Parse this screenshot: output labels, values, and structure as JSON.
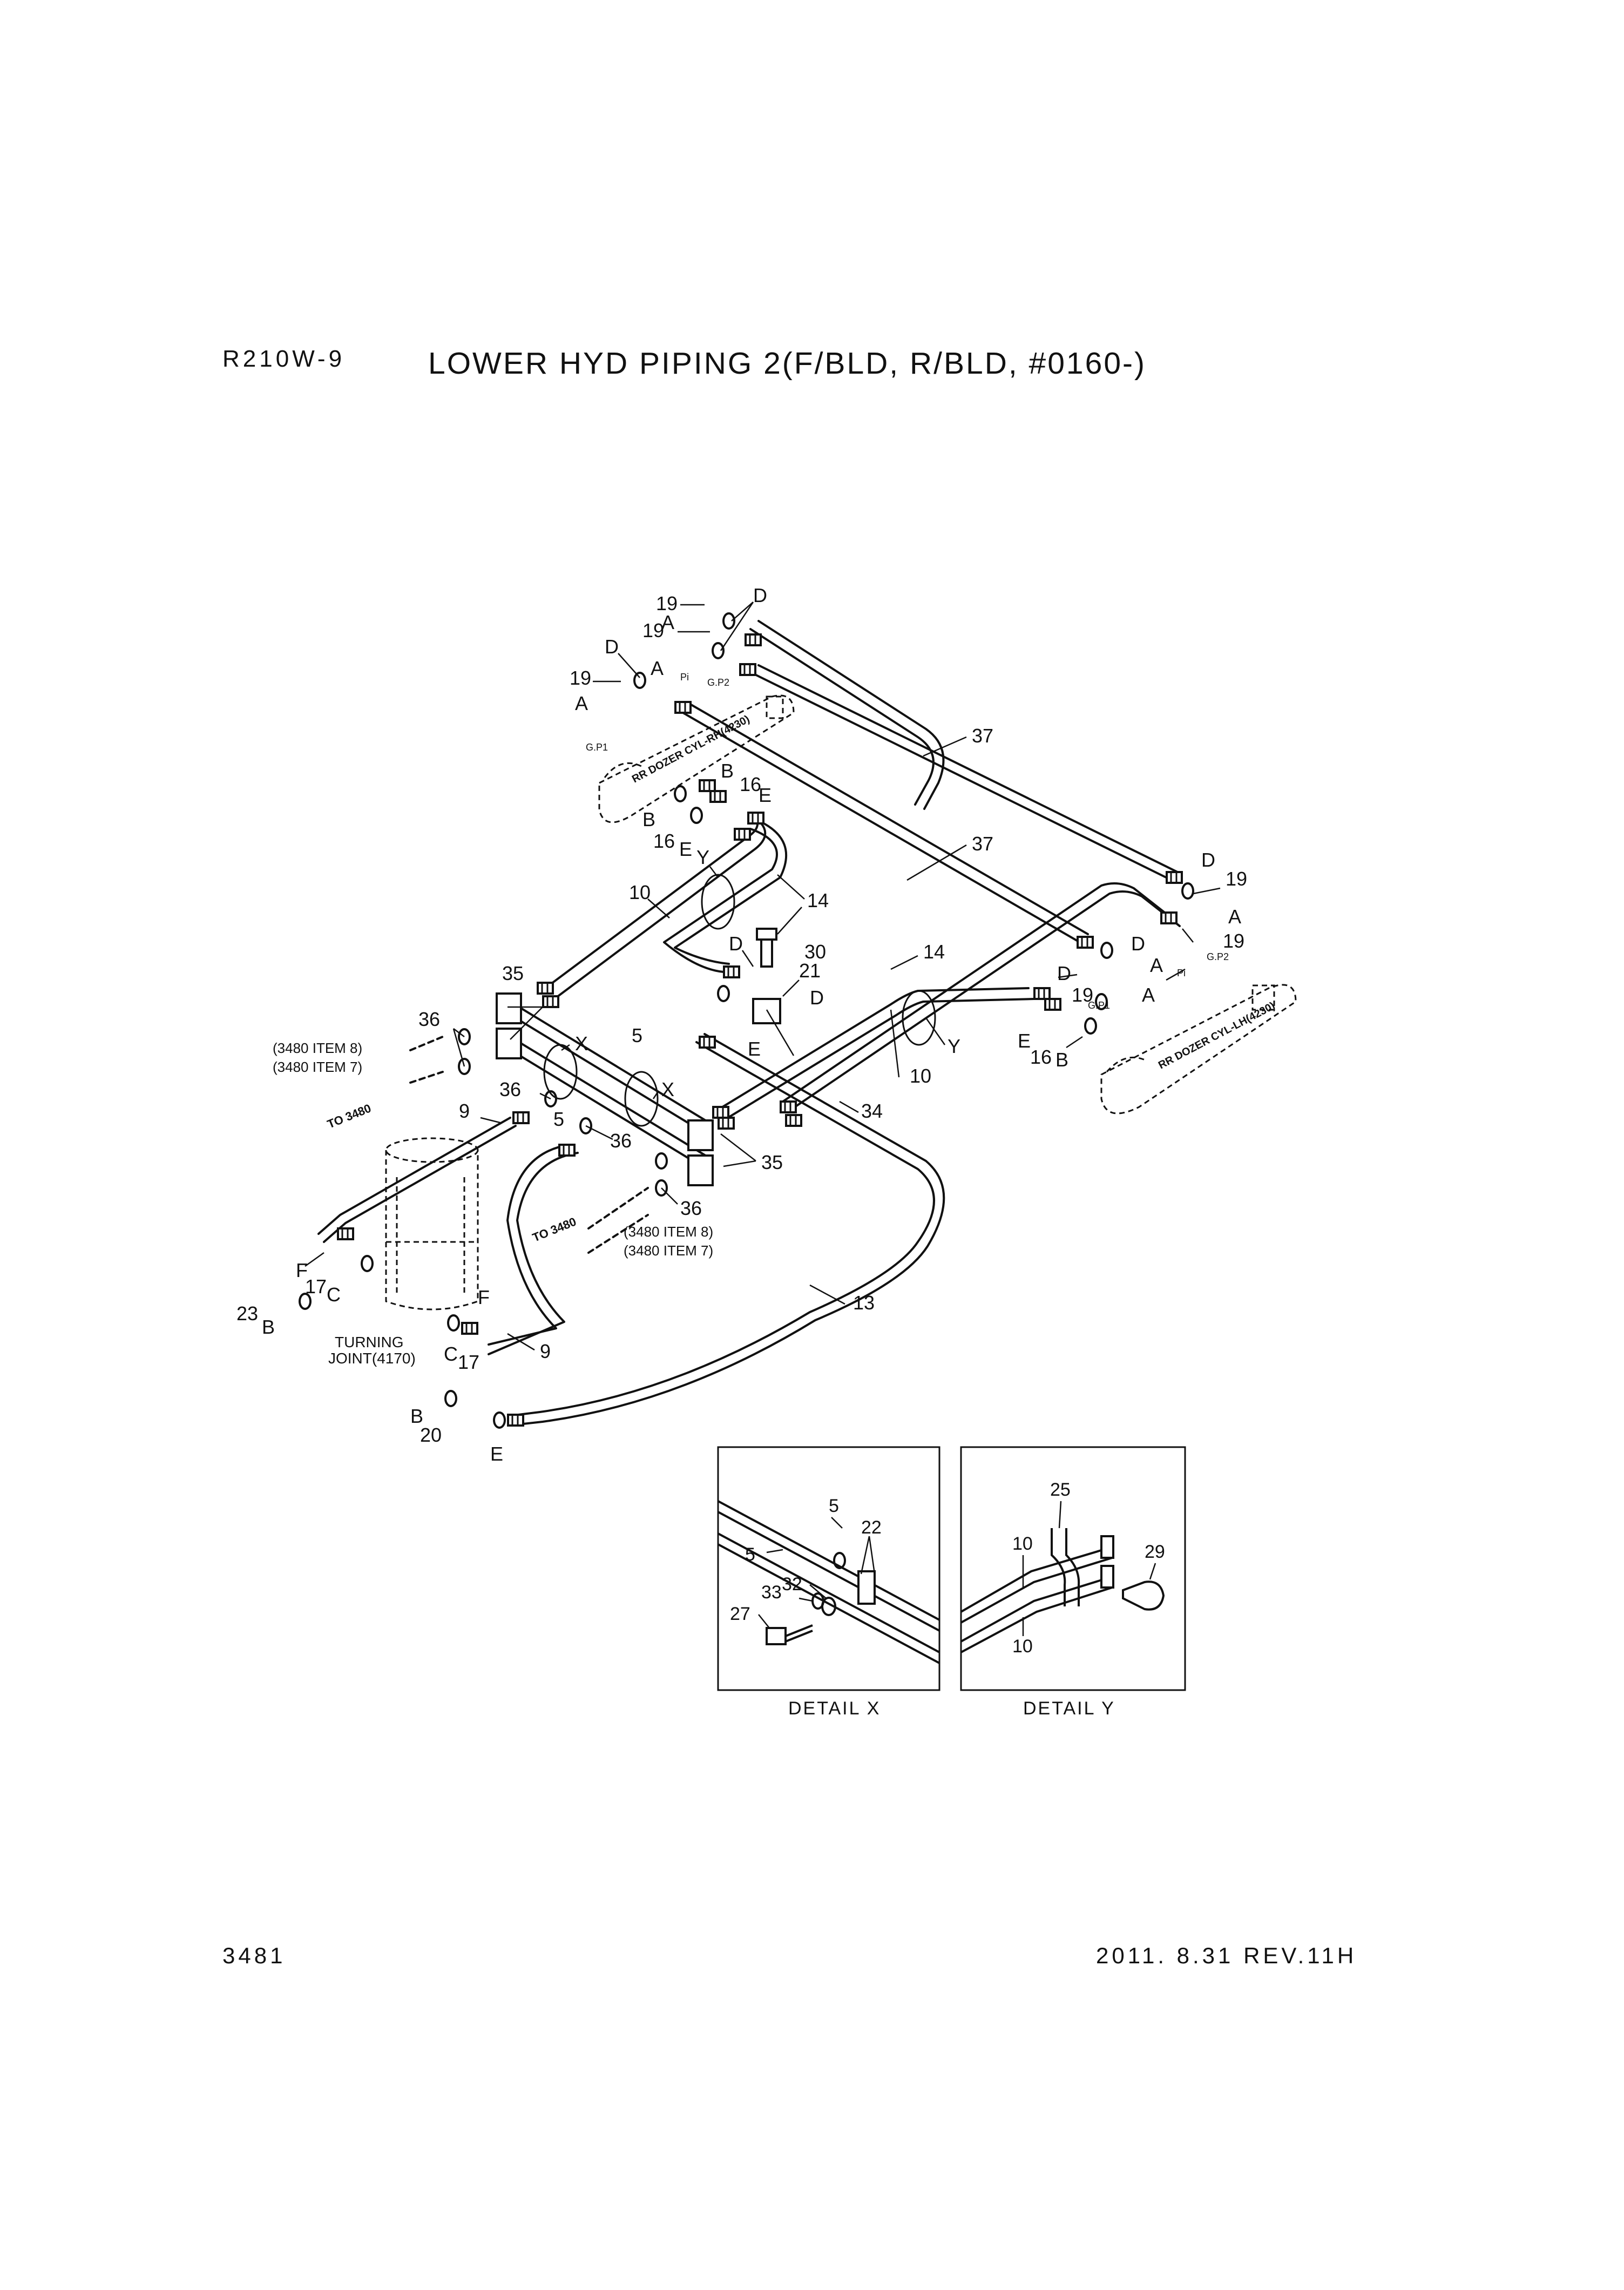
{
  "header": {
    "model": "R210W-9",
    "title": "LOWER HYD PIPING 2(F/BLD, R/BLD, #0160-)"
  },
  "footer": {
    "page_number": "3481",
    "revision": "2011. 8.31 REV.11H"
  },
  "assembly_labels": {
    "rr_dozer_rh": "RR DOZER CYL-RH(4230)",
    "rr_dozer_lh": "RR DOZER CYL-LH(4230)",
    "turning_joint": [
      "TURNING",
      "JOINT(4170)"
    ],
    "ref_3480_item8_a": "(3480 ITEM 8)",
    "ref_3480_item7_a": "(3480 ITEM 7)",
    "to_3480_a": "TO 3480",
    "ref_3480_item8_b": "(3480 ITEM 8)",
    "ref_3480_item7_b": "(3480 ITEM 7)",
    "to_3480_b": "TO 3480"
  },
  "port_labels": {
    "gp1": "G.P1",
    "gp2": "G.P2",
    "pi": "Pi"
  },
  "details": {
    "x": {
      "caption": "DETAIL  X",
      "callouts": [
        "5",
        "5",
        "22",
        "33",
        "32",
        "27"
      ]
    },
    "y": {
      "caption": "DETAIL  Y",
      "callouts": [
        "25",
        "10",
        "10",
        "29"
      ]
    }
  },
  "callouts": [
    "19",
    "D",
    "A",
    "19",
    "D",
    "A",
    "19",
    "A",
    "D",
    "B",
    "16",
    "E",
    "B",
    "16",
    "E",
    "37",
    "37",
    "14",
    "14",
    "10",
    "10",
    "Y",
    "Y",
    "X",
    "X",
    "35",
    "35",
    "36",
    "36",
    "36",
    "36",
    "5",
    "5",
    "D",
    "30",
    "21",
    "D",
    "E",
    "34",
    "9",
    "9",
    "13",
    "F",
    "17",
    "C",
    "23",
    "B",
    "F",
    "C",
    "17",
    "B",
    "20",
    "E",
    "D",
    "19",
    "A",
    "D",
    "19",
    "A",
    "D",
    "19",
    "A",
    "E",
    "16",
    "B"
  ]
}
